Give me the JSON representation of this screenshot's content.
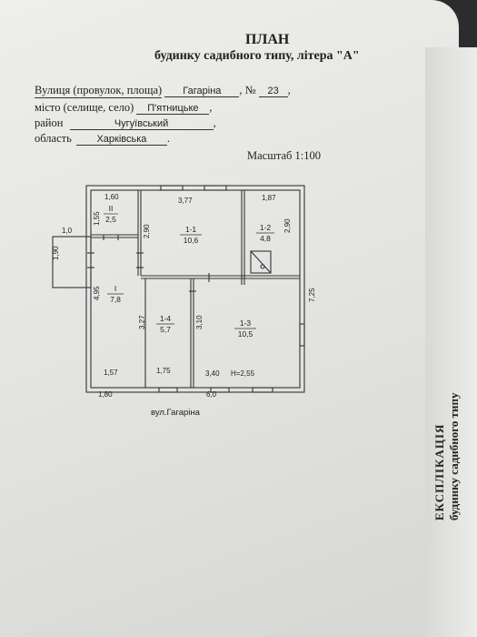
{
  "header": {
    "title": "ПЛАН",
    "subtitle": "будинку садибного типу, літера \"А\""
  },
  "address": {
    "street_label": "Вулиця (провулок, площа)",
    "street_value": "Гагаріна",
    "number_label": "№",
    "number_value": "23",
    "city_label": "місто (селище, село)",
    "city_value": "П'ятницьке",
    "district_label": "район",
    "district_value": "Чугуївський",
    "region_label": "область",
    "region_value": "Харківська"
  },
  "scale": "Масштаб 1:100",
  "plan": {
    "rooms": [
      {
        "id": "II",
        "area": "2,5"
      },
      {
        "id": "1-1",
        "area": "10,6"
      },
      {
        "id": "1-2",
        "area": "4,8"
      },
      {
        "id": "I",
        "area": "7,8"
      },
      {
        "id": "1-4",
        "area": "5,7"
      },
      {
        "id": "1-3",
        "area": "10,5"
      }
    ],
    "dimensions": {
      "d_1_60": "1,60",
      "d_3_77": "3,77",
      "d_1_87": "1,87",
      "d_1_55": "1,55",
      "d_2_90_a": "2,90",
      "d_2_90_b": "2,90",
      "d_1_0": "1,0",
      "d_1_90": "1,90",
      "d_7_25": "7,25",
      "d_4_95": "4,95",
      "d_3_27": "3,27",
      "d_3_10": "3,10",
      "d_1_57": "1,57",
      "d_1_75": "1,75",
      "d_3_40": "3,40",
      "height": "H=2,55",
      "d_1_80": "1,80",
      "d_6_0": "6,0"
    },
    "street_label": "вул.Гагаріна"
  },
  "side_sheet": {
    "line1": "ЕКСПЛІКАЦІЯ",
    "line2": "будинку садибного типу"
  }
}
